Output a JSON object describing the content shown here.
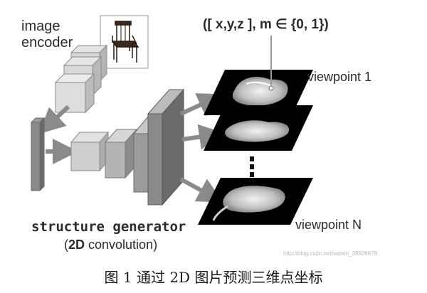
{
  "labels": {
    "image_encoder": "image\nencoder",
    "formula": "([ x,y,z ], m ∈ {0, 1})",
    "viewpoint_1": "viewpoint 1",
    "viewpoint_n": "viewpoint N",
    "structure_generator": "structure generator",
    "convolution_prefix": "(",
    "convolution_bold": "2D",
    "convolution_suffix": " convolution)",
    "ellipsis": "⋮",
    "watermark": "http://blog.csdn.net/weixin_39926679"
  },
  "caption": "图 1  通过 2D 图片预测三维点坐标",
  "colors": {
    "block_fill": "#b9b9b9",
    "block_dark": "#7a7a7a",
    "arrow": "#8a8a8a",
    "depth_map_bg": "#000000",
    "text": "#2b2b2b"
  },
  "icons": {
    "input_image": "wooden-chair-icon"
  }
}
